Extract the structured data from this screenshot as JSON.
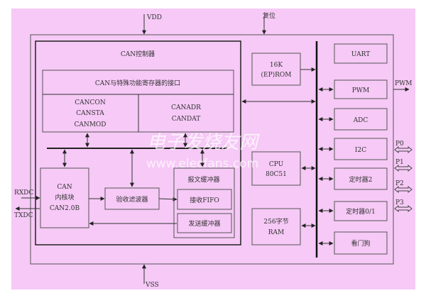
{
  "colors": {
    "background": "#f6c9f6",
    "line": "#333333"
  },
  "power": {
    "vdd": "VDD",
    "reset": "复位",
    "vss": "VSS"
  },
  "can_controller": {
    "title": "CAN控制器",
    "interface_title": "CAN与特殊功能寄存器的接口",
    "registers_left": [
      "CANCON",
      "CANSTA",
      "CANMOD"
    ],
    "registers_right": [
      "CANADR",
      "CANDAT"
    ],
    "core": [
      "CAN",
      "内核块",
      "CAN2.0B"
    ],
    "filter": "验收滤波器",
    "message_buffer": "报文缓冲器",
    "receive_fifo": "接收FIFO",
    "send_buffer": "发送缓冲器"
  },
  "pins": {
    "rx": "RXDC",
    "tx": "TXDC",
    "pwm": "PWM",
    "ports": [
      "P0",
      "P1",
      "P2",
      "P3"
    ]
  },
  "memory": {
    "rom": [
      "16K",
      "(EP)ROM"
    ],
    "cpu": [
      "CPU",
      "80C51"
    ],
    "ram": [
      "256字节",
      "RAM"
    ]
  },
  "peripherals": [
    "UART",
    "PWM",
    "ADC",
    "I2C",
    "定时器2",
    "定时器0/1",
    "看门狗"
  ],
  "watermark": {
    "cn": "电子发烧友网",
    "url": "www.elecfans.com"
  }
}
